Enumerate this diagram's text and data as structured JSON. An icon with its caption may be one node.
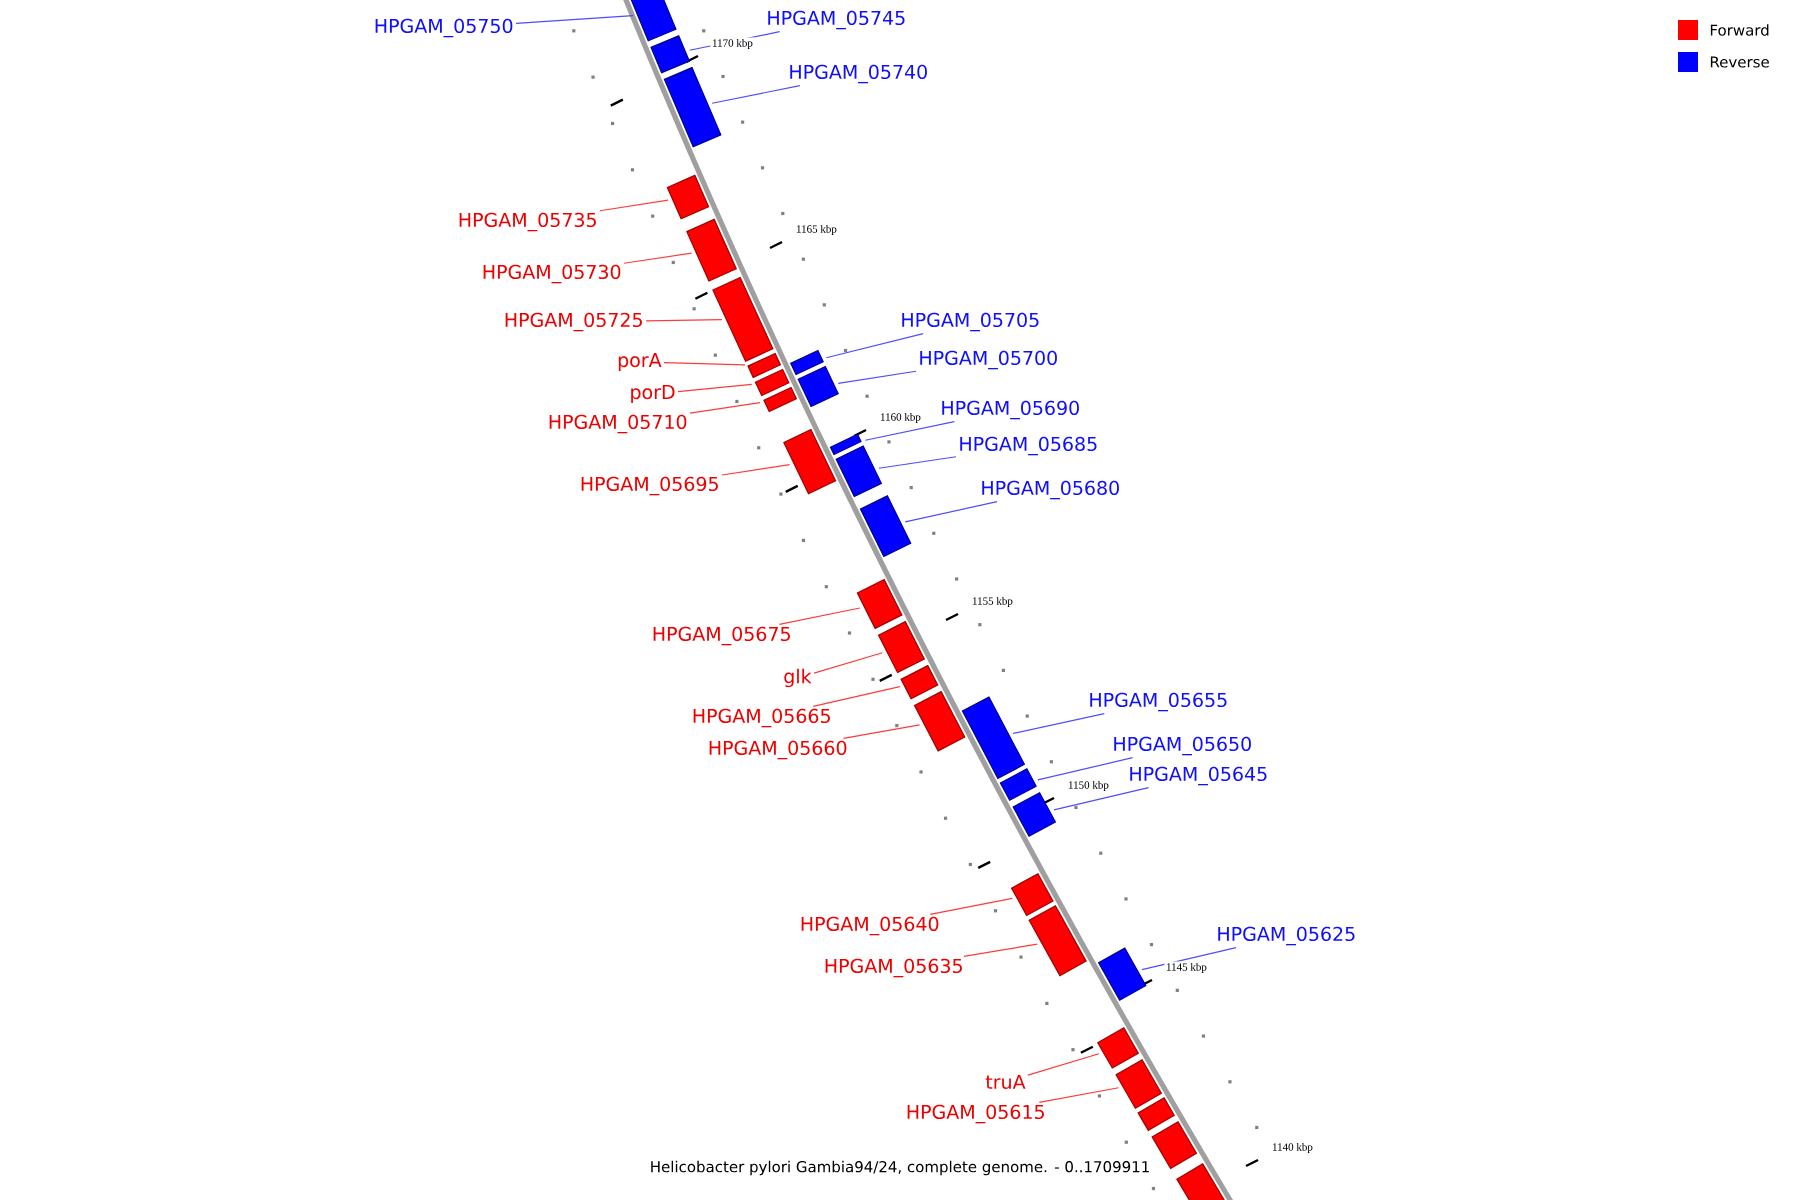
{
  "diagram": {
    "caption": "Helicobacter pylori Gambia94/24, complete genome. - 0..1709911",
    "nodes": [
      {
        "text": [
          "HPGAM_05750"
        ]
      },
      {
        "text": [],
        "shape": "bar"
      },
      {
        "text": [
          "HPGAM_05745"
        ]
      },
      {
        "text": [],
        "shape": "bar"
      },
      {
        "text": [
          "HPGAM_05740"
        ]
      },
      {
        "text": [],
        "shape": "bar"
      },
      {
        "text": [
          "HPGAM_05735"
        ]
      },
      {
        "text": [],
        "shape": "bar"
      },
      {
        "text": [
          "HPGAM_05730"
        ]
      },
      {
        "text": [],
        "shape": "bar"
      },
      {
        "text": [
          "HPGAM_05725"
        ]
      },
      {
        "text": [],
        "shape": "bar"
      },
      {
        "text": [
          "HPGAM_05705"
        ]
      },
      {
        "text": [],
        "shape": "bar"
      },
      {
        "text": [
          "HPGAM_05700"
        ]
      },
      {
        "text": [],
        "shape": "bar"
      },
      {
        "text": [
          "porA"
        ]
      },
      {
        "text": [],
        "shape": "bar"
      },
      {
        "text": [
          "porD"
        ]
      },
      {
        "text": [],
        "shape": "bar"
      },
      {
        "text": [
          "HPGAM_05710"
        ]
      },
      {
        "text": [],
        "shape": "bar"
      },
      {
        "text": [
          "HPGAM_05690"
        ]
      },
      {
        "text": [],
        "shape": "bar"
      },
      {
        "text": [
          "HPGAM_05685"
        ]
      },
      {
        "text": [],
        "shape": "bar"
      },
      {
        "text": [
          "HPGAM_05695"
        ]
      },
      {
        "text": [],
        "shape": "bar"
      },
      {
        "text": [
          "HPGAM_05680"
        ]
      },
      {
        "text": [],
        "shape": "bar"
      },
      {
        "text": [
          "HPGAM_05675"
        ]
      },
      {
        "text": [],
        "shape": "bar"
      },
      {
        "text": [
          "glk"
        ]
      },
      {
        "text": [],
        "shape": "bar"
      },
      {
        "text": [
          "HPGAM_05655"
        ]
      },
      {
        "text": [],
        "shape": "bar"
      },
      {
        "text": [
          "HPGAM_05665"
        ]
      },
      {
        "text": [],
        "shape": "bar"
      },
      {
        "text": [
          "HPGAM_05650"
        ]
      },
      {
        "text": [],
        "shape": "bar"
      },
      {
        "text": [
          "HPGAM_05660"
        ]
      },
      {
        "text": [],
        "shape": "bar"
      },
      {
        "text": [
          "HPGAM_05645"
        ]
      },
      {
        "text": [],
        "shape": "bar"
      },
      {
        "text": [
          "HPGAM_05640"
        ]
      },
      {
        "text": [],
        "shape": "bar"
      },
      {
        "text": [
          "HPGAM_05625"
        ]
      },
      {
        "text": [],
        "shape": "bar"
      },
      {
        "text": [
          "HPGAM_05635"
        ]
      },
      {
        "text": [],
        "shape": "bar"
      },
      {
        "text": [
          "truA"
        ]
      },
      {
        "text": [],
        "shape": "bar"
      },
      {
        "text": [
          "HPGAM_05615"
        ]
      },
      {
        "text": [],
        "shape": "bar"
      },
      {
        "text": [],
        "shape": "bar"
      },
      {
        "text": [],
        "shape": "bar"
      },
      {
        "text": [],
        "shape": "bar"
      }
    ],
    "edges": [
      {
        "from": 0,
        "to": 1,
        "arrow": "none",
        "color": "#4d4dff"
      },
      {
        "from": 2,
        "to": 3,
        "arrow": "none",
        "color": "#4d4dff"
      },
      {
        "from": 4,
        "to": 5,
        "arrow": "none",
        "color": "#4d4dff"
      },
      {
        "from": 6,
        "to": 7,
        "arrow": "none"
      },
      {
        "from": 8,
        "to": 9,
        "arrow": "none"
      },
      {
        "from": 10,
        "to": 11,
        "arrow": "none"
      },
      {
        "from": 12,
        "to": 13,
        "arrow": "none",
        "color": "#4d4dff"
      },
      {
        "from": 14,
        "to": 15,
        "arrow": "none",
        "color": "#4d4dff"
      },
      {
        "from": 16,
        "to": 17,
        "arrow": "none"
      },
      {
        "from": 18,
        "to": 19,
        "arrow": "none"
      },
      {
        "from": 20,
        "to": 21,
        "arrow": "none"
      },
      {
        "from": 22,
        "to": 23,
        "arrow": "none",
        "color": "#4d4dff"
      },
      {
        "from": 24,
        "to": 25,
        "arrow": "none",
        "color": "#4d4dff"
      },
      {
        "from": 26,
        "to": 27,
        "arrow": "none"
      },
      {
        "from": 28,
        "to": 29,
        "arrow": "none",
        "color": "#4d4dff"
      },
      {
        "from": 30,
        "to": 31,
        "arrow": "none"
      },
      {
        "from": 32,
        "to": 33,
        "arrow": "none"
      },
      {
        "from": 34,
        "to": 35,
        "arrow": "none",
        "color": "#4d4dff"
      },
      {
        "from": 36,
        "to": 37,
        "arrow": "none"
      },
      {
        "from": 38,
        "to": 39,
        "arrow": "none",
        "color": "#4d4dff"
      },
      {
        "from": 40,
        "to": 41,
        "arrow": "none"
      },
      {
        "from": 42,
        "to": 43,
        "arrow": "none",
        "color": "#4d4dff"
      },
      {
        "from": 44,
        "to": 45,
        "arrow": "none"
      },
      {
        "from": 46,
        "to": 47,
        "arrow": "none",
        "color": "#4d4dff"
      },
      {
        "from": 48,
        "to": 49,
        "arrow": "none"
      },
      {
        "from": 50,
        "to": 51,
        "arrow": "none"
      },
      {
        "from": 52,
        "to": 53,
        "arrow": "none"
      }
    ],
    "labels": [
      "1170 kbp",
      "1165 kbp",
      "1160 kbp",
      "1155 kbp",
      "1150 kbp",
      "1145 kbp",
      "1140 kbp"
    ],
    "legend": [
      {
        "text": "Forward",
        "color": "#ff0000"
      },
      {
        "text": "Reverse",
        "color": "#0000ff"
      }
    ]
  }
}
